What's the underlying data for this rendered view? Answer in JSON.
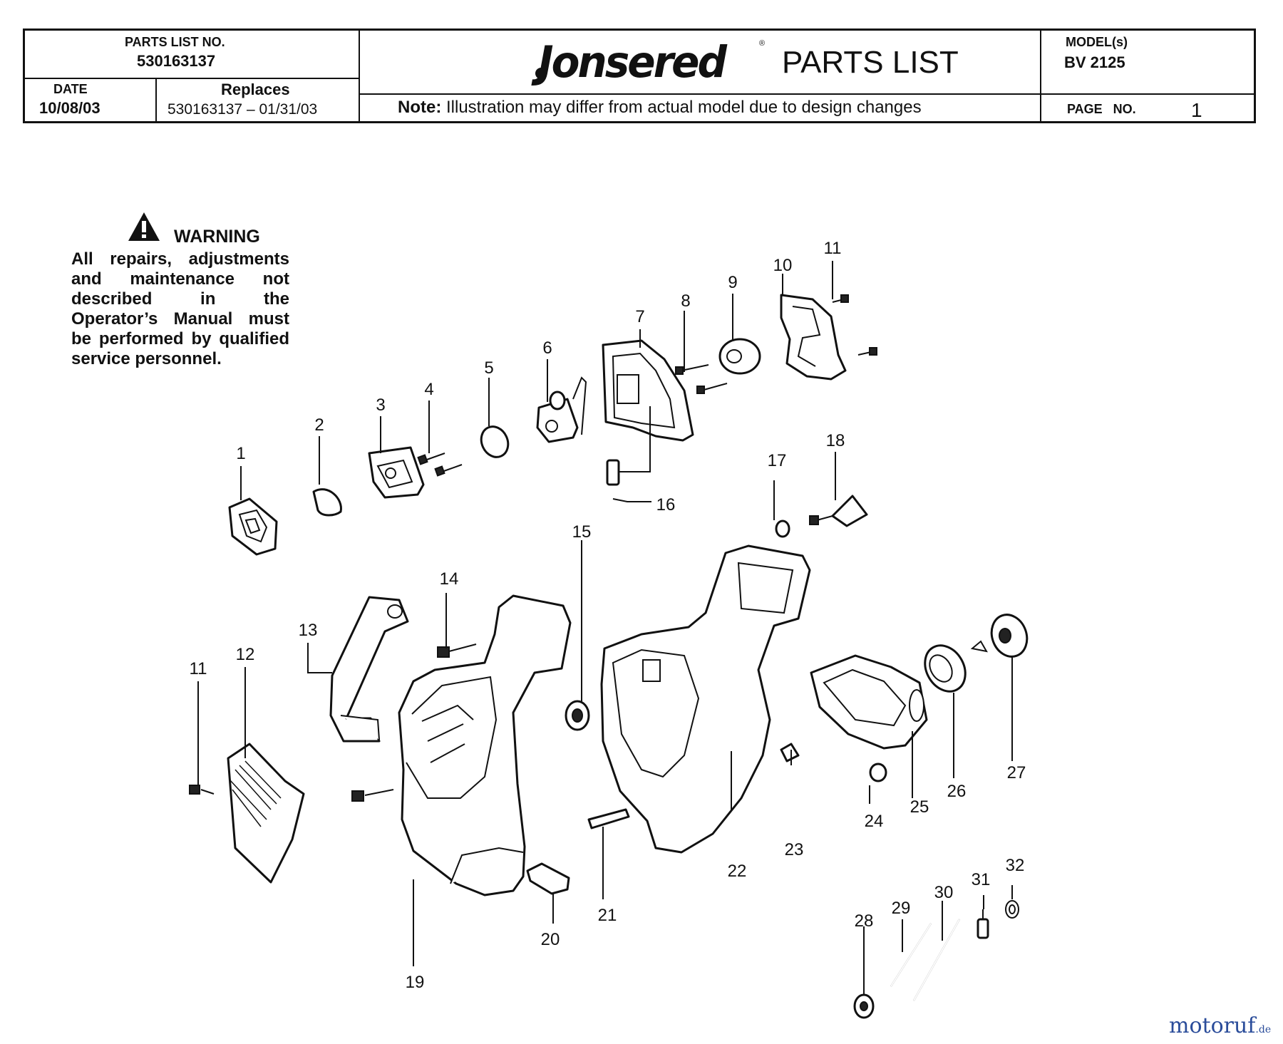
{
  "header": {
    "parts_list_no_label": "PARTS LIST NO.",
    "parts_list_no": "530163137",
    "date_label": "DATE",
    "date": "10/08/03",
    "replaces_label": "Replaces",
    "replaces": "530163137 – 01/31/03",
    "brand": "Jonsered",
    "title": "PARTS LIST",
    "note_label": "Note:",
    "note": "Illustration may differ from actual model due to design changes",
    "model_label": "MODEL(s)",
    "model": "BV 2125",
    "page_label": "PAGE   NO.",
    "page_no": "1"
  },
  "warning": {
    "heading": "WARNING",
    "body": "All repairs, adjustments and maintenance not described in the Operator’s Manual must be performed by qualified service personnel."
  },
  "callouts": [
    "1",
    "2",
    "3",
    "4",
    "5",
    "6",
    "7",
    "8",
    "9",
    "10",
    "11",
    "11",
    "12",
    "13",
    "14",
    "15",
    "16",
    "17",
    "18",
    "19",
    "20",
    "21",
    "22",
    "23",
    "24",
    "25",
    "26",
    "27",
    "28",
    "29",
    "30",
    "31",
    "32"
  ],
  "watermark": {
    "text": "motoruf",
    "suffix": ".de"
  },
  "colors": {
    "ink": "#111111",
    "watermark": "#2a4c9a"
  }
}
